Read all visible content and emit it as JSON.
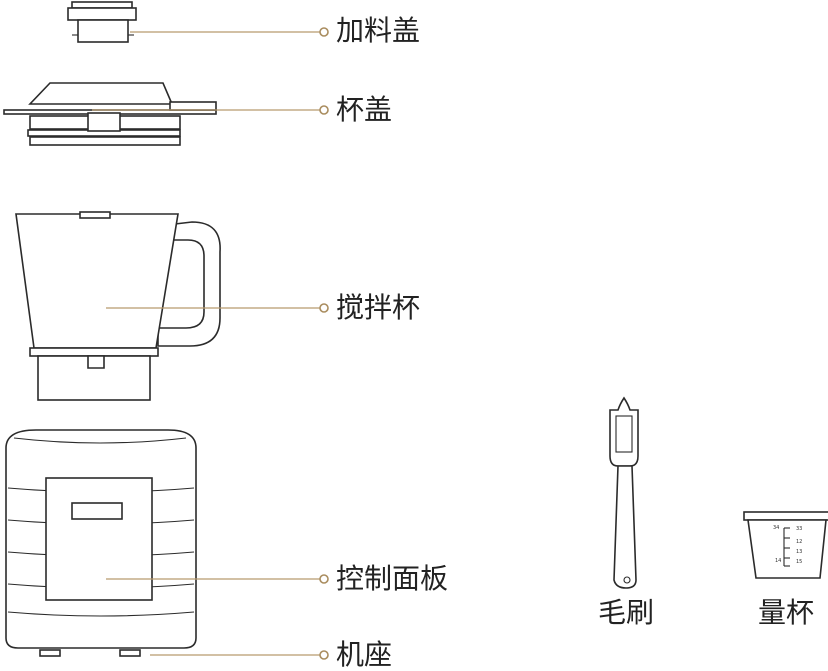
{
  "labels": {
    "feed_cap": "加料盖",
    "lid": "杯盖",
    "jar": "搅拌杯",
    "control_panel": "控制面板",
    "base": "机座",
    "brush": "毛刷",
    "measuring_cup": "量杯"
  },
  "measuring_cup_scale": {
    "left": [
      "34",
      "14"
    ],
    "right": [
      "33",
      "12",
      "13",
      "15"
    ]
  },
  "colors": {
    "line": "#2b2b2b",
    "leader": "#b79a6e"
  }
}
